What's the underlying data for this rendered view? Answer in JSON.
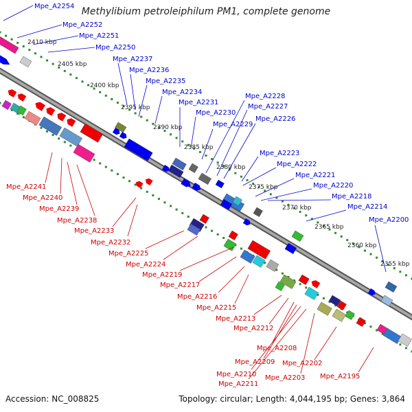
{
  "title": "Methylibium petroleiphilum PM1, complete genome",
  "footer": {
    "accession": "Accession: NC_008825",
    "summary": "Topology: circular; Length: 4,044,195 bp; Genes: 3,864"
  },
  "colors": {
    "backbone": "#888888",
    "forward_label": "#0000cc",
    "reverse_label": "#cc0000",
    "tick": "#2d8a2d",
    "blue_gene": "#0000ee",
    "red_gene": "#ee0000"
  },
  "kbp_labels": [
    "2410 kbp",
    "2405 kbp",
    "2400 kbp",
    "2395 kbp",
    "2390 kbp",
    "2385 kbp",
    "2380 kbp",
    "2375 kbp",
    "2370 kbp",
    "2365 kbp",
    "2360 kbp",
    "2355 kbp"
  ],
  "forward_genes": [
    "Mpe_A2254",
    "Mpe_A2252",
    "Mpe_A2251",
    "Mpe_A2250",
    "Mpe_A2237",
    "Mpe_A2236",
    "Mpe_A2235",
    "Mpe_A2234",
    "Mpe_A2231",
    "Mpe_A2230",
    "Mpe_A2229",
    "Mpe_A2228",
    "Mpe_A2227",
    "Mpe_A2226",
    "Mpe_A2223",
    "Mpe_A2222",
    "Mpe_A2221",
    "Mpe_A2220",
    "Mpe_A2218",
    "Mpe_A2214",
    "Mpe_A2200"
  ],
  "reverse_genes": [
    "Mpe_A2241",
    "Mpe_A2240",
    "Mpe_A2239",
    "Mpe_A2238",
    "Mpe_A2233",
    "Mpe_A2232",
    "Mpe_A2225",
    "Mpe_A2224",
    "Mpe_A2219",
    "Mpe_A2217",
    "Mpe_A2216",
    "Mpe_A2215",
    "Mpe_A2213",
    "Mpe_A2212",
    "Mpe_A2208",
    "Mpe_A2209",
    "Mpe_A2210",
    "Mpe_A2211",
    "Mpe_A2203",
    "Mpe_A2202",
    "Mpe_A2195"
  ]
}
